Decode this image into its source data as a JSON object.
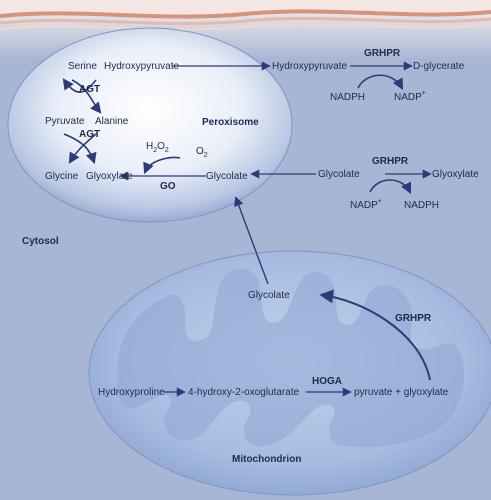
{
  "labels": {
    "serine": "Serine",
    "hydroxypyruvate_left": "Hydroxypyruvate",
    "hydroxypyruvate_right": "Hydroxypyruvate",
    "d_glycerate": "D-glycerate",
    "grhpr_top": "GRHPR",
    "nadph_top": "NADPH",
    "nadp_top": "NADP",
    "agt_1": "AGT",
    "pyruvate": "Pyruvate",
    "alanine": "Alanine",
    "agt_2": "AGT",
    "glycine": "Glycine",
    "glyoxylate_perox": "Glyoxylate",
    "go": "GO",
    "h2o2_h": "H",
    "h2o2_o": "O",
    "h2o2_sub": "2",
    "o2_o": "O",
    "o2_sub": "2",
    "glycolate_perox": "Glycolate",
    "peroxisome": "Peroxisome",
    "glycolate_cyt": "Glycolate",
    "glyoxylate_cyt": "Glyoxylate",
    "grhpr_mid": "GRHPR",
    "nadp_mid": "NADP",
    "nadph_mid": "NADPH",
    "plus": "+",
    "cytosol": "Cytosol",
    "glycolate_mito": "Glycolate",
    "grhpr_mito": "GRHPR",
    "hydroxyproline": "Hydroxyproline",
    "oxoglutarate": "4-hydroxy-2-oxoglutarate",
    "hoga": "HOGA",
    "pyruvate_glyoxylate": "pyruvate + glyoxylate",
    "mitochondrion": "Mitochondrion"
  },
  "colors": {
    "background": "#a7b6d4",
    "arrow": "#2c3a7a",
    "text": "#1f2a4a",
    "title": "#1e2a55",
    "stripe_red": "#d8927c",
    "stripe_light": "#f2e7e2"
  }
}
